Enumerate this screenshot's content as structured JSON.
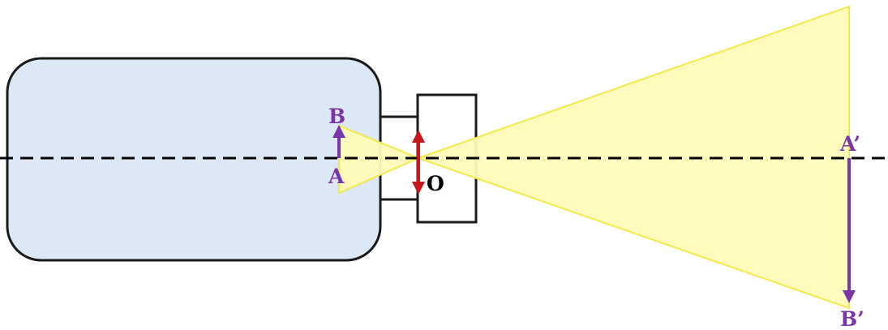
{
  "labels": {
    "B": "B",
    "A": "A",
    "O": "O",
    "A_prime": "A’",
    "B_prime": "B’"
  },
  "colors": {
    "projector_body": "#dce8f5",
    "outline": "#1a1a1a",
    "light_beam": "#fffbb8",
    "beam_edge": "#f3e94a",
    "object_arrow": "#7a35a8",
    "lens_arrow": "#c8161d",
    "image_arrow": "#7a35a8",
    "label_purple": "#7a35a8",
    "label_black": "#000000",
    "axis": "#000000"
  }
}
